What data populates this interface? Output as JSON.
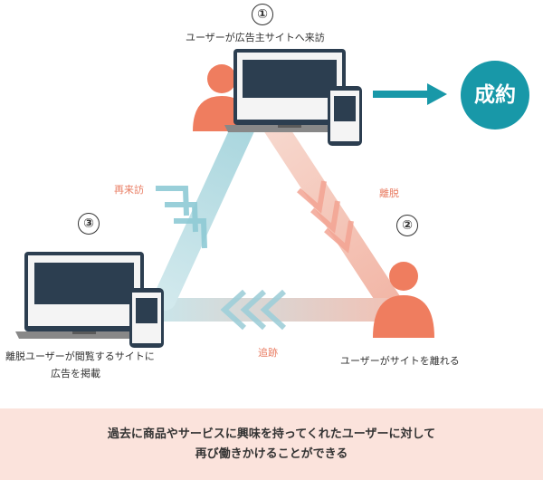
{
  "steps": {
    "step1": {
      "number": "①",
      "caption": "ユーザーが広告主サイトへ来訪"
    },
    "step2": {
      "number": "②",
      "caption": "ユーザーがサイトを離れる"
    },
    "step3": {
      "number": "③",
      "caption_line1": "離脱ユーザーが閲覧するサイトに",
      "caption_line2": "広告を掲載"
    }
  },
  "arrows": {
    "exit": "離脱",
    "track": "追跡",
    "revisit": "再来訪"
  },
  "result": {
    "label": "成約"
  },
  "banner": {
    "line1": "過去に商品やサービスに興味を持ってくれたユーザーに対して",
    "line2": "再び働きかけることができる"
  },
  "colors": {
    "person": "#ef7d5f",
    "screen": "#2c3e50",
    "teal": "#1898a8",
    "pink_band": "#f2b9aa",
    "blue_band": "#bfe0e6",
    "banner_bg": "#fbe3dc"
  },
  "icons": [
    "person-icon",
    "laptop-icon",
    "smartphone-icon",
    "chevron-arrows-icon",
    "arrow-right-icon"
  ]
}
